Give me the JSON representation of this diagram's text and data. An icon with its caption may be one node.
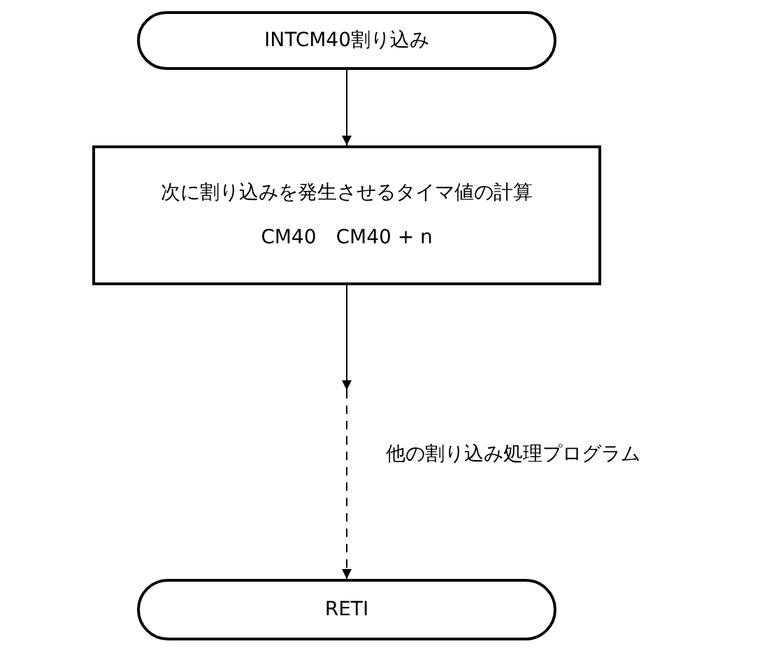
{
  "diagram": {
    "nodes": [
      {
        "text": [
          "INTCM40割り込み"
        ]
      },
      {
        "text": [
          "次に割り込みを発生させるタイマ値の計算",
          "CM40　CM40 + n"
        ]
      },
      {
        "text": [
          "RETI"
        ]
      }
    ],
    "edges": [
      {
        "from": 0,
        "to": 1,
        "arrow": "to"
      },
      {
        "from": 1,
        "to": null,
        "arrow": "to"
      },
      {
        "from": null,
        "to": 2,
        "arrow": "to",
        "style": "dashed",
        "label": "他の割り込み処理プログラム"
      }
    ]
  }
}
